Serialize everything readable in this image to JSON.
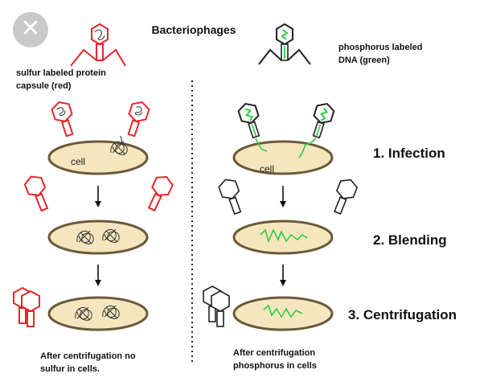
{
  "title": "Bacteriophages",
  "left_caption": [
    "sulfur labeled protein",
    "capsule (red)"
  ],
  "right_caption": [
    "phosphorus labeled",
    "DNA  (green)"
  ],
  "cell_label": "cell",
  "steps": [
    "1. Infection",
    "2. Blending",
    "3. Centrifugation"
  ],
  "left_conclusion": [
    "After centrifugation no",
    "sulfur in cells."
  ],
  "right_conclusion": [
    "After centrifugation",
    "phosphorus in cells"
  ],
  "colors": {
    "protein_label": "#e8262b",
    "dna_label": "#2ecc40",
    "cell_fill": "#f6e6bf",
    "cell_border": "#6b5a3a"
  },
  "close_icon": "close-icon"
}
